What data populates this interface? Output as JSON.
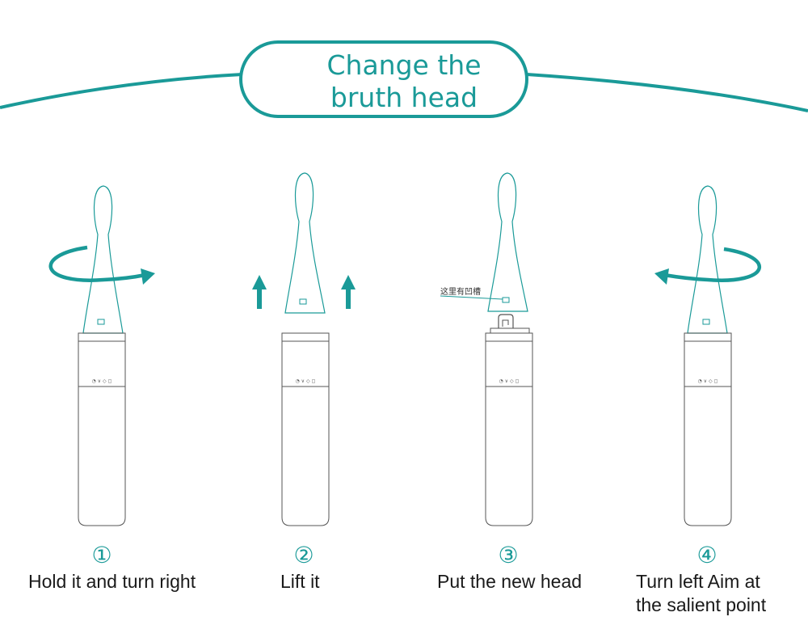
{
  "title": {
    "line1": "Change the",
    "line2": "bruth head"
  },
  "steps": [
    {
      "number": "①",
      "text": "Hold it and turn right"
    },
    {
      "number": "②",
      "text": "Lift it"
    },
    {
      "number": "③",
      "text": "Put the new head"
    },
    {
      "number": "④",
      "text": "Turn left Aim at",
      "text2": "the salient point"
    }
  ],
  "annotation": "这里有凹槽",
  "colors": {
    "accent": "#1a9a98",
    "outline": "#555555"
  }
}
